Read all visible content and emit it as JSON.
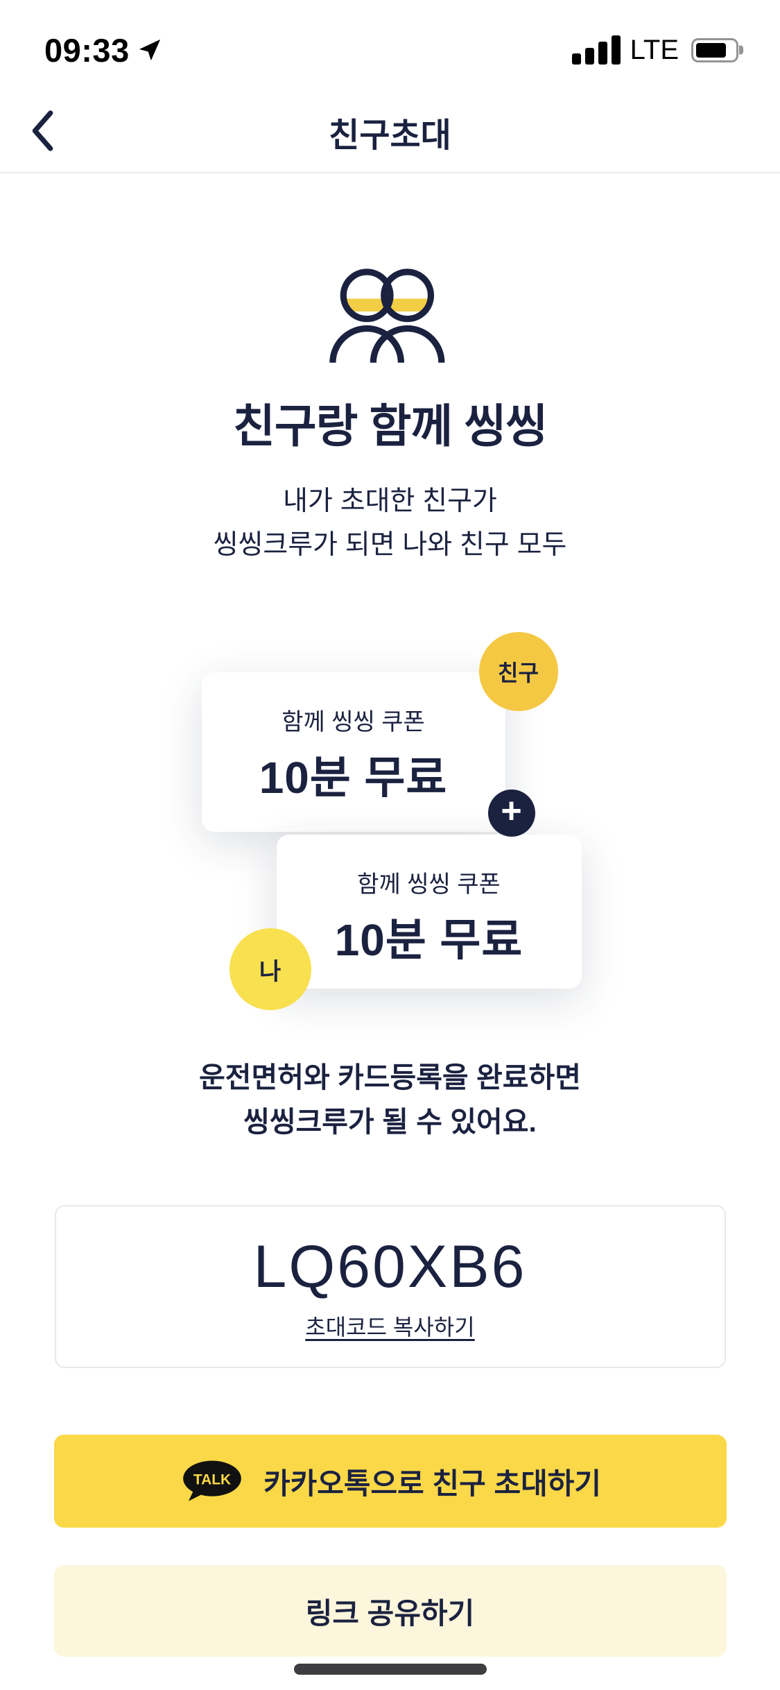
{
  "status_bar": {
    "time": "09:33",
    "network": "LTE",
    "battery_level_percent": 70
  },
  "nav": {
    "title": "친구초대"
  },
  "hero": {
    "title": "친구랑 함께 씽씽",
    "subtitle_line1": "내가 초대한 친구가",
    "subtitle_line2": "씽씽크루가 되면 나와 친구 모두"
  },
  "coupons": {
    "friend_badge": "친구",
    "me_badge": "나",
    "plus_symbol": "+",
    "items": [
      {
        "label": "함께 씽씽 쿠폰",
        "value": "10분 무료"
      },
      {
        "label": "함께 씽씽 쿠폰",
        "value": "10분 무료"
      }
    ]
  },
  "info": {
    "line1": "운전면허와 카드등록을 완료하면",
    "line2": "씽씽크루가 될 수 있어요."
  },
  "invite": {
    "code": "LQ60XB6",
    "copy_label": "초대코드 복사하기"
  },
  "buttons": {
    "kakao_label": "카카오톡으로 친구 초대하기",
    "kakao_icon_text": "TALK",
    "share_label": "링크 공유하기"
  },
  "colors": {
    "text_navy": "#1B2240",
    "kakao_yellow": "#FBD848",
    "pale_yellow": "#FCF6DC",
    "badge_friend_yellow": "#F5C844",
    "badge_me_yellow": "#F8E04E",
    "head_fill_yellow": "#F2CE46",
    "plus_navy": "#1B2240"
  }
}
